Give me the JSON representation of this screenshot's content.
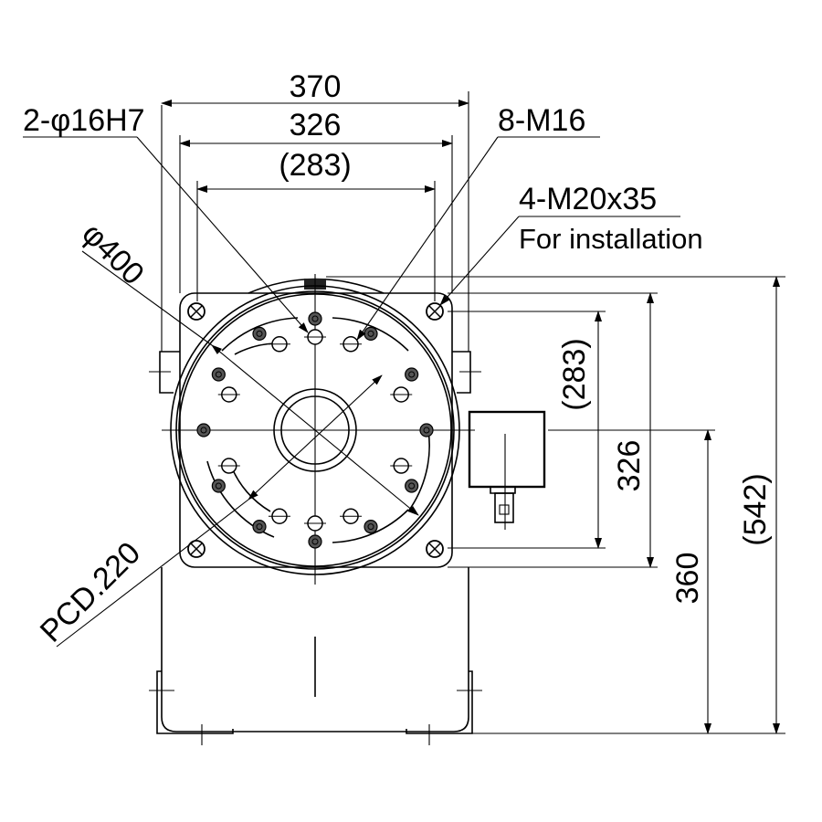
{
  "drawing": {
    "dimensions": {
      "width_overall": "370",
      "width_pitch": "326",
      "width_inner": "(283)",
      "height_inner": "(283)",
      "height_pitch": "326",
      "height_center": "360",
      "height_overall": "(542)"
    },
    "callouts": {
      "dowel_holes": "2-φ16H7",
      "tapped_holes": "8-M16",
      "mount_holes": "4-M20x35",
      "mount_note": "For installation",
      "table_diameter": "φ400",
      "pitch_circle": "PCD.220"
    },
    "colors": {
      "line": "#000000",
      "background": "#ffffff"
    }
  }
}
